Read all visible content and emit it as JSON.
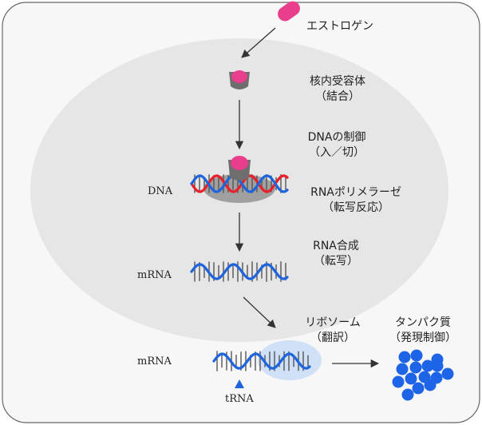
{
  "labels": {
    "estrogen": "エストロゲン",
    "receptor": [
      "核内受容体",
      "（結合）"
    ],
    "dna_control": [
      "DNAの制御",
      "（入／切）"
    ],
    "dna": "DNA",
    "polymerase": [
      "RNAポリメラーゼ",
      "（転写反応）"
    ],
    "rna_synthesis": [
      "RNA合成",
      "（転写）"
    ],
    "mrna_1": "mRNA",
    "ribosome": [
      "リボソーム",
      "（翻訳）"
    ],
    "protein": [
      "タンパク質",
      "（発現制御）"
    ],
    "mrna_2": "mRNA",
    "trna": "tRNA"
  },
  "colors": {
    "estrogen": "#e83e8c",
    "receptor": "#6e6e6e",
    "dna_red": "#e8202a",
    "dna_blue": "#1e64dc",
    "nucleus": "#e6e6e6",
    "ribosome": "#cfe0f7",
    "protein": "#1e64e6",
    "polymerase": "#a0a0a0"
  }
}
